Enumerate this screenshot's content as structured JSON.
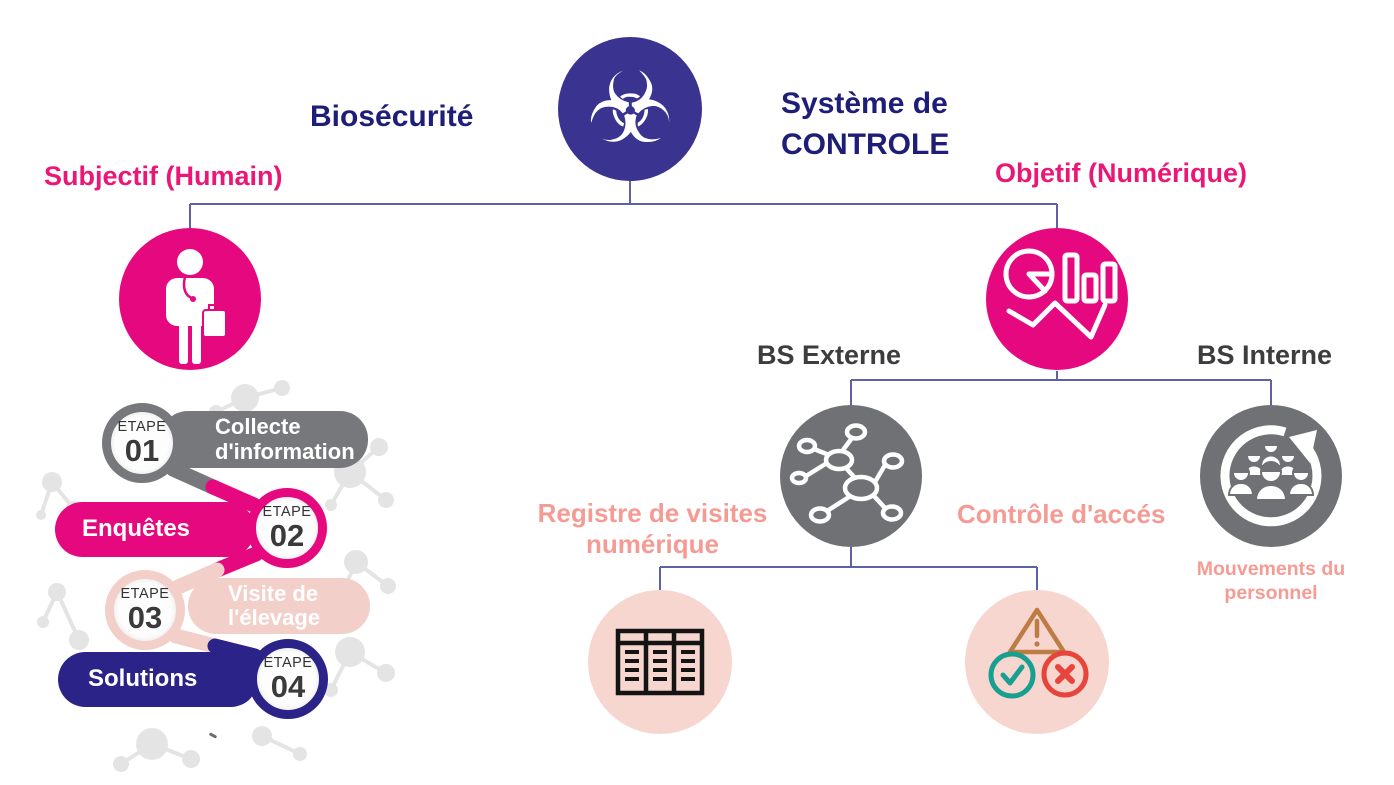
{
  "title": "Biosecurity control system diagram",
  "colors": {
    "navy_text": "#1E1E78",
    "magenta": "#E5087E",
    "indigo_circle": "#3A3390",
    "connector": "#5E61A8",
    "gray_circle": "#707174",
    "stepper_gray": "#77787B",
    "pale_pink": "#F2CFC9",
    "pale_pink_circle": "#F6D6CF",
    "salmon_text": "#F59B94",
    "step_blue": "#2B2387",
    "warning_orange": "#BE7C45",
    "check_teal": "#17A08F",
    "cross_red": "#E7443B"
  },
  "icons": {
    "biohazard_glyph": "☣"
  },
  "header": {
    "biosecurity": "Biosécurité",
    "system_line1": "Système de",
    "system_line2": "CONTROLE"
  },
  "branches": {
    "left_label": "Subjectif (Humain)",
    "right_label": "Objetif (Numérique)"
  },
  "level2": {
    "external_label": "BS Externe",
    "internal_label": "BS Interne"
  },
  "level3": {
    "registry_line1": "Registre de visites",
    "registry_line2": "numérique",
    "access_label": "Contrôle d'accés",
    "movement_line1": "Mouvements du",
    "movement_line2": "personnel"
  },
  "steps": [
    {
      "tag": "ETAPE",
      "num": "01",
      "label_line1": "Collecte",
      "label_line2": "d'information"
    },
    {
      "tag": "ETAPE",
      "num": "02",
      "label_line1": "Enquêtes",
      "label_line2": ""
    },
    {
      "tag": "ETAPE",
      "num": "03",
      "label_line1": "Visite de",
      "label_line2": "l'élevage"
    },
    {
      "tag": "ETAPE",
      "num": "04",
      "label_line1": "Solutions",
      "label_line2": ""
    }
  ]
}
